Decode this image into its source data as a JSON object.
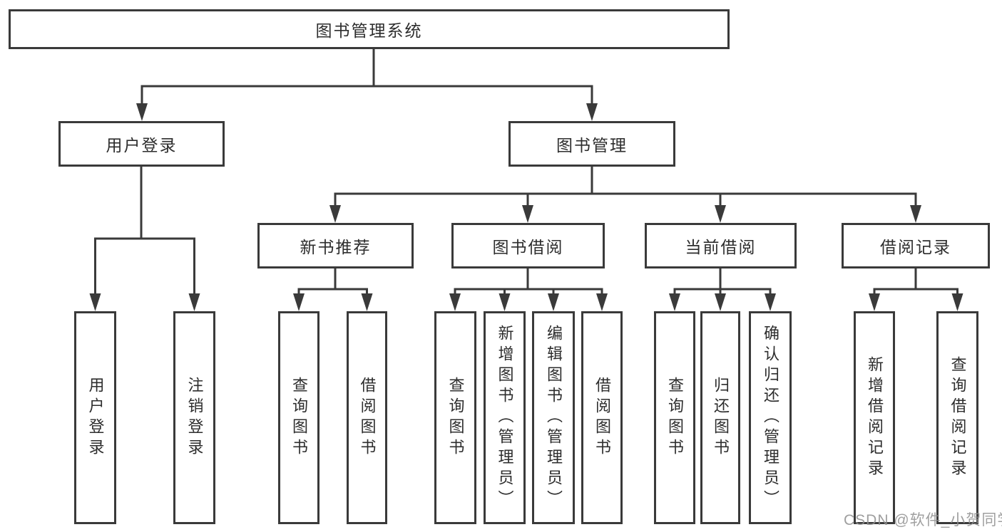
{
  "tree": {
    "root": "图书管理系统",
    "branches": [
      {
        "label": "用户登录",
        "children": [
          "用户登录",
          "注销登录"
        ]
      },
      {
        "label": "图书管理",
        "children": [
          {
            "label": "新书推荐",
            "children": [
              "查询图书",
              "借阅图书"
            ]
          },
          {
            "label": "图书借阅",
            "children": [
              "查询图书",
              "新增图书（管理员）",
              "编辑图书（管理员）",
              "借阅图书"
            ]
          },
          {
            "label": "当前借阅",
            "children": [
              "查询图书",
              "归还图书",
              "确认归还（管理员）"
            ]
          },
          {
            "label": "借阅记录",
            "children": [
              "新增借阅记录",
              "查询借阅记录"
            ]
          }
        ]
      }
    ]
  },
  "watermark": {
    "text": "CSDN @软件_小贺同学"
  },
  "colors": {
    "line": "#3a3a3a",
    "text": "#2d2d2d",
    "watermark": "#8f8f8f",
    "background": "#ffffff"
  }
}
